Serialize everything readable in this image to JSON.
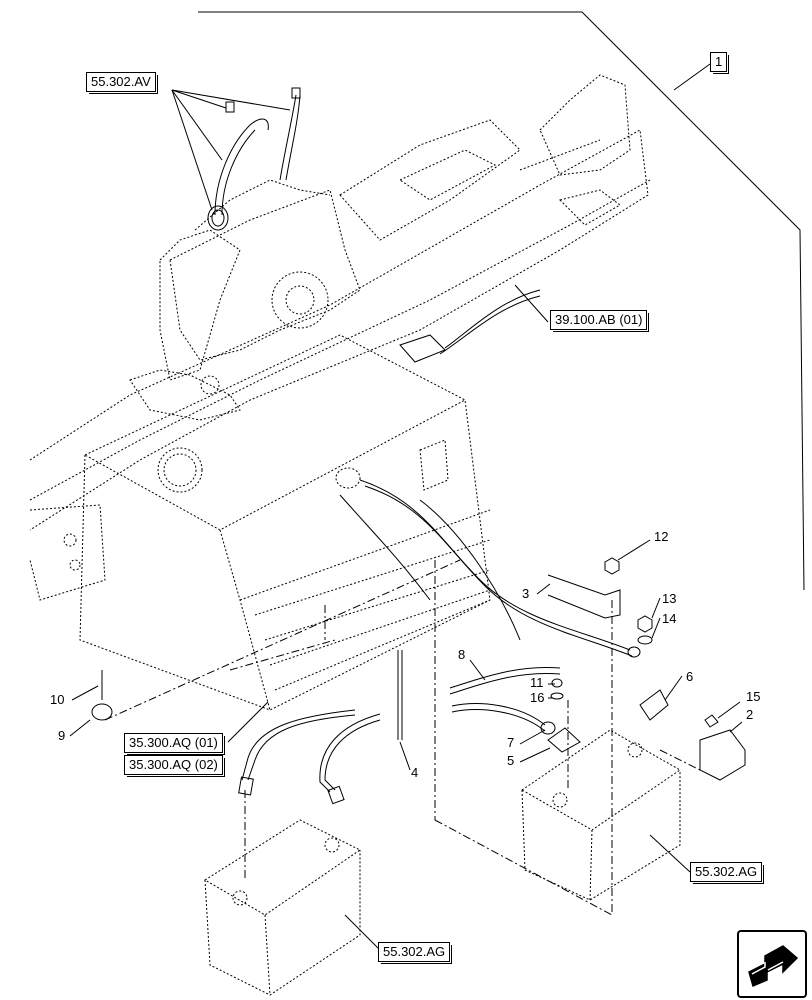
{
  "references": {
    "frame_group": "1",
    "cable_kit": "55.302.AV",
    "harness": "39.100.AB (01)",
    "battery_box_1": "35.300.AQ (01)",
    "battery_box_2": "35.300.AQ (02)",
    "battery_left": "55.302.AG",
    "battery_right": "55.302.AG"
  },
  "callouts": {
    "c2": "2",
    "c3": "3",
    "c4": "4",
    "c5": "5",
    "c6": "6",
    "c7": "7",
    "c8": "8",
    "c9": "9",
    "c10": "10",
    "c11": "11",
    "c12": "12",
    "c13": "13",
    "c14": "14",
    "c15": "15",
    "c16": "16"
  },
  "icons": {
    "nav": "next-page-arrow-icon"
  }
}
